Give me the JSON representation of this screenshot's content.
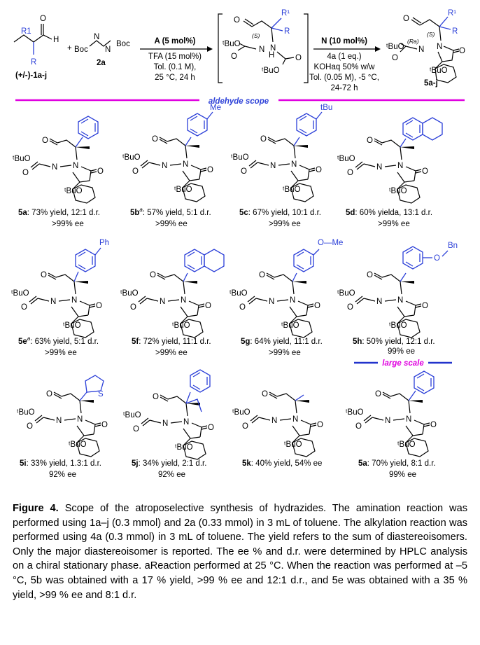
{
  "reaction": {
    "sm_r1": "R1",
    "sm_r": "R",
    "sm_label": "(+/-)-1a-j",
    "reagent_label": "2a",
    "reagent_boc1": "Boc",
    "reagent_boc2": "Boc",
    "step1": [
      "A (5 mol%)",
      "TFA (15 mol%)",
      "Tol. (0.1 M),",
      "25 °C, 24 h"
    ],
    "step2": [
      "N (10 mol%)",
      "4a (1 eq.)",
      "KOHaq 50% w/w",
      "Tol. (0.05 M), -5 °C,",
      "24-72 h"
    ],
    "intermediate_stereo": "(S)",
    "product_stereo1": "(Ra)",
    "product_stereo2": "(S)",
    "product_label": "5a-j"
  },
  "sections": {
    "aldehyde_scope": "aldehyde scope",
    "large_scale": "large scale"
  },
  "products": [
    {
      "id": "5a",
      "sup": "",
      "line1": ": 73% yield, 12:1 d.r.",
      "line2": ">99% ee"
    },
    {
      "id": "5b",
      "sup": "a",
      "line1": ": 57% yield, 5:1 d.r.",
      "line2": ">99% ee"
    },
    {
      "id": "5c",
      "sup": "",
      "line1": ": 67% yield, 10:1 d.r.",
      "line2": ">99% ee"
    },
    {
      "id": "5d",
      "sup": "",
      "line1": ": 60% yielda, 13:1 d.r.",
      "line2": ">99% ee"
    },
    {
      "id": "5e",
      "sup": "a",
      "line1": ": 63% yield, 5:1 d.r.",
      "line2": ">99% ee"
    },
    {
      "id": "5f",
      "sup": "",
      "line1": ": 72% yield, 11:1 d.r.",
      "line2": ">99% ee"
    },
    {
      "id": "5g",
      "sup": "",
      "line1": ": 64% yield, 11:1 d.r.",
      "line2": ">99% ee"
    },
    {
      "id": "5h",
      "sup": "",
      "line1": ": 50% yield, 12:1 d.r.",
      "line2": "99% ee"
    },
    {
      "id": "5i",
      "sup": "",
      "line1": ": 33% yield, 1.3:1 d.r.",
      "line2": "92% ee"
    },
    {
      "id": "5j",
      "sup": "",
      "line1": ": 34% yield, 2:1 d.r.",
      "line2": "92% ee"
    },
    {
      "id": "5k",
      "sup": "",
      "line1": ": 40% yield, 54% ee",
      "line2": ""
    },
    {
      "id": "5a",
      "sup": "",
      "line1": ": 70% yield, 8:1 d.r.",
      "line2": "99% ee"
    }
  ],
  "substituents": {
    "b": "Me",
    "c": "tBu",
    "e": "Ph",
    "g": "O—Me",
    "h": "O",
    "h2": "Bn",
    "i": "S"
  },
  "core_labels": {
    "tbuo_top": "tBuO",
    "tbuo_bottom": "tBuO",
    "n": "N",
    "o": "O"
  },
  "caption": {
    "label": "Figure 4.",
    "text": " Scope of the atroposelective synthesis of hydrazides. The amination reaction was performed using 1a–j (0.3 mmol) and 2a (0.33 mmol) in 3 mL of toluene. The alkylation reaction was performed using 4a (0.3 mmol) in 3 mL of toluene. The yield refers to the sum of diastereoisomers. Only the major diastereoisomer is reported. The ee % and d.r. were determined by HPLC analysis on a chiral stationary phase. aReaction performed at 25 °C. When the reaction was performed at –5 °C, 5b was obtained with a 17 % yield, >99 % ee and 12:1 d.r., and 5e was obtained with a 35 % yield, >99 % ee and 8:1 d.r."
  },
  "colors": {
    "accent_blue": "#2b3fd8",
    "magenta": "#e000e0",
    "rule_blue": "#2233cc"
  }
}
